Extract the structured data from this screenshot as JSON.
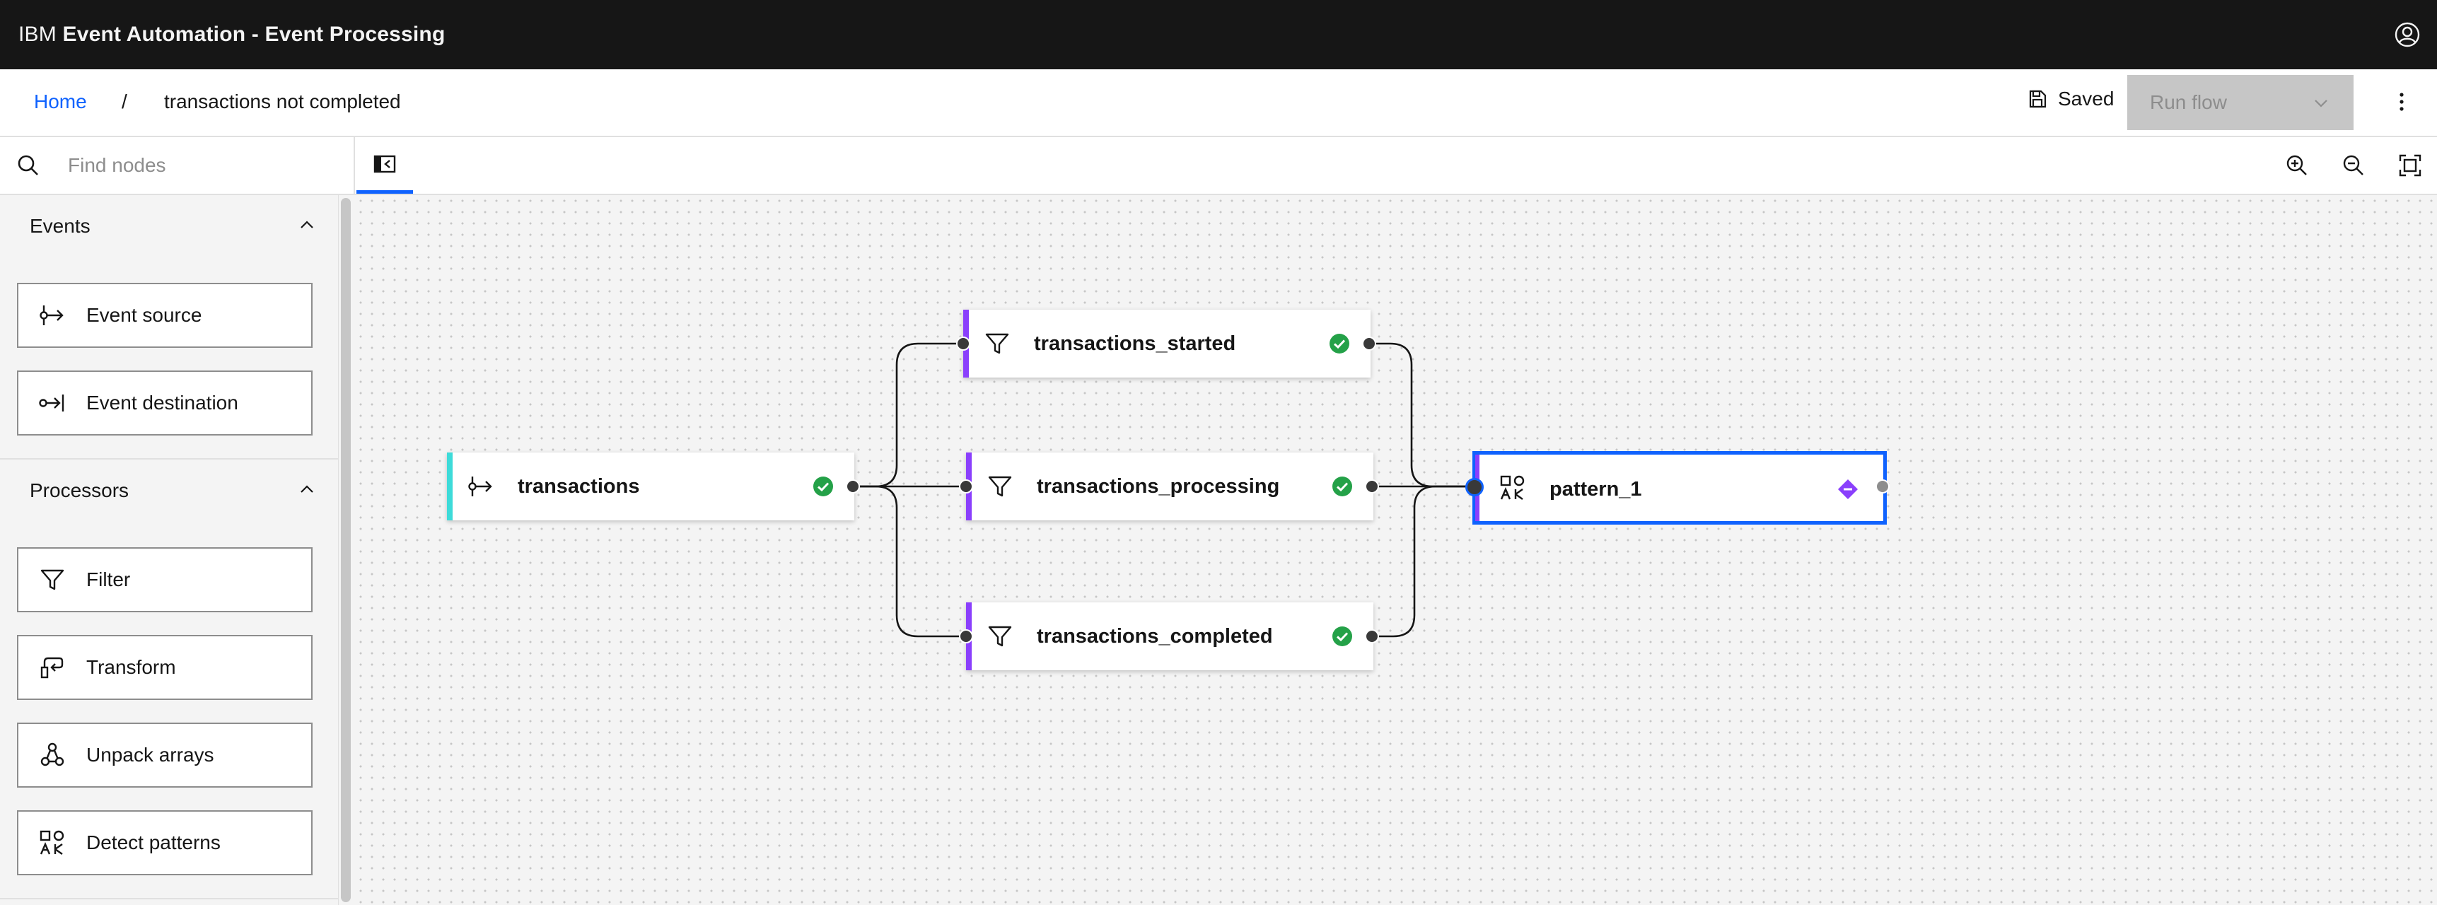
{
  "header": {
    "brand_prefix": "IBM",
    "brand_name": "Event Automation - Event Processing"
  },
  "breadcrumb": {
    "home": "Home",
    "separator": "/",
    "current": "transactions not completed"
  },
  "actions": {
    "saved_label": "Saved",
    "run_flow_label": "Run flow"
  },
  "search": {
    "placeholder": "Find nodes",
    "value": ""
  },
  "sidebar": {
    "sections": [
      {
        "title": "Events",
        "items": [
          {
            "label": "Event source",
            "icon": "event-source-icon"
          },
          {
            "label": "Event destination",
            "icon": "event-destination-icon"
          }
        ]
      },
      {
        "title": "Processors",
        "items": [
          {
            "label": "Filter",
            "icon": "filter-icon"
          },
          {
            "label": "Transform",
            "icon": "transform-icon"
          },
          {
            "label": "Unpack arrays",
            "icon": "unpack-arrays-icon"
          },
          {
            "label": "Detect patterns",
            "icon": "detect-patterns-icon"
          }
        ]
      }
    ]
  },
  "canvas": {
    "nodes": [
      {
        "id": "transactions",
        "label": "transactions",
        "type": "event-source",
        "status": "valid"
      },
      {
        "id": "transactions_started",
        "label": "transactions_started",
        "type": "filter",
        "status": "valid"
      },
      {
        "id": "transactions_processing",
        "label": "transactions_processing",
        "type": "filter",
        "status": "valid"
      },
      {
        "id": "transactions_completed",
        "label": "transactions_completed",
        "type": "filter",
        "status": "valid"
      },
      {
        "id": "pattern_1",
        "label": "pattern_1",
        "type": "detect-patterns",
        "status": "incomplete",
        "selected": true
      }
    ],
    "edges": [
      [
        "transactions",
        "transactions_started"
      ],
      [
        "transactions",
        "transactions_processing"
      ],
      [
        "transactions",
        "transactions_completed"
      ],
      [
        "transactions_started",
        "pattern_1"
      ],
      [
        "transactions_processing",
        "pattern_1"
      ],
      [
        "transactions_completed",
        "pattern_1"
      ]
    ]
  },
  "colors": {
    "accent": "#0f62fe",
    "event_stripe": "#3ddbd9",
    "processor_stripe": "#8a3ffc",
    "success": "#24a148",
    "header_bg": "#161616"
  }
}
